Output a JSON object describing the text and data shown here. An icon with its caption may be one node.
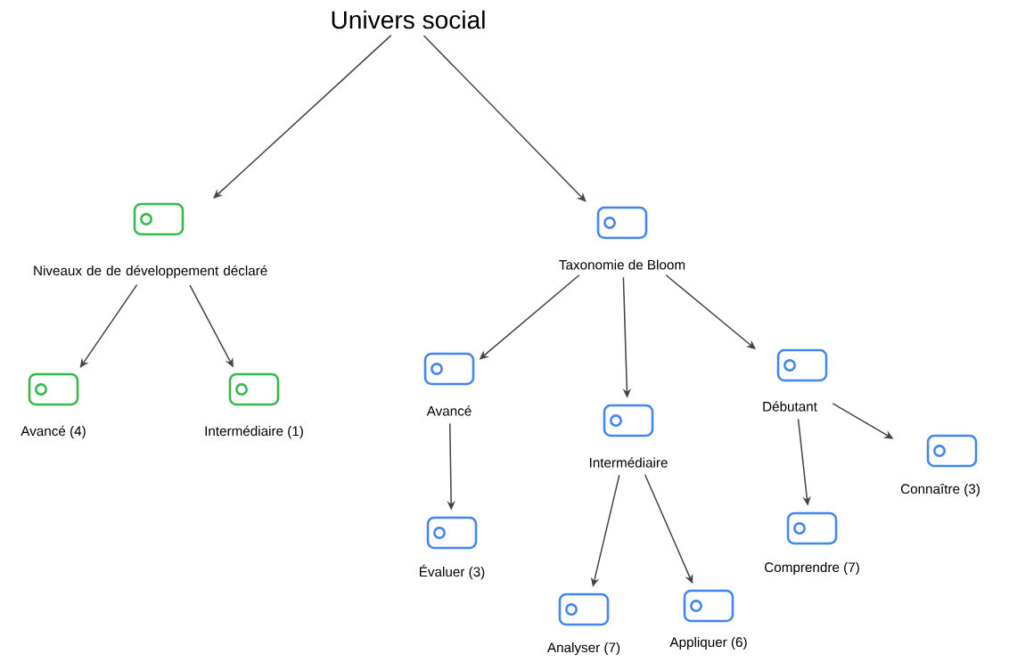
{
  "diagram": {
    "nodes": [
      {
        "text": [
          "Univers social"
        ]
      },
      {
        "text": [
          "Niveaux de de développement déclaré"
        ]
      },
      {
        "text": [
          "Avancé (4)"
        ]
      },
      {
        "text": [
          "Intermédiaire (1)"
        ]
      },
      {
        "text": [
          "Taxonomie de Bloom"
        ]
      },
      {
        "text": [
          "Avancé"
        ]
      },
      {
        "text": [
          "Intermédiaire"
        ]
      },
      {
        "text": [
          "Débutant"
        ]
      },
      {
        "text": [
          "Évaluer (3)"
        ]
      },
      {
        "text": [
          "Analyser (7)"
        ]
      },
      {
        "text": [
          "Appliquer (6)"
        ]
      },
      {
        "text": [
          "Comprendre (7)"
        ]
      },
      {
        "text": [
          "Connaître (3)"
        ]
      }
    ],
    "edges": [
      {
        "from": 0,
        "to": 1,
        "arrow": "to"
      },
      {
        "from": 0,
        "to": 4,
        "arrow": "to"
      },
      {
        "from": 1,
        "to": 2,
        "arrow": "to"
      },
      {
        "from": 1,
        "to": 3,
        "arrow": "to"
      },
      {
        "from": 4,
        "to": 5,
        "arrow": "to"
      },
      {
        "from": 4,
        "to": 6,
        "arrow": "to"
      },
      {
        "from": 4,
        "to": 7,
        "arrow": "to"
      },
      {
        "from": 5,
        "to": 8,
        "arrow": "to"
      },
      {
        "from": 6,
        "to": 9,
        "arrow": "to"
      },
      {
        "from": 6,
        "to": 10,
        "arrow": "to"
      },
      {
        "from": 7,
        "to": 11,
        "arrow": "to"
      },
      {
        "from": 7,
        "to": 12,
        "arrow": "to"
      }
    ]
  }
}
